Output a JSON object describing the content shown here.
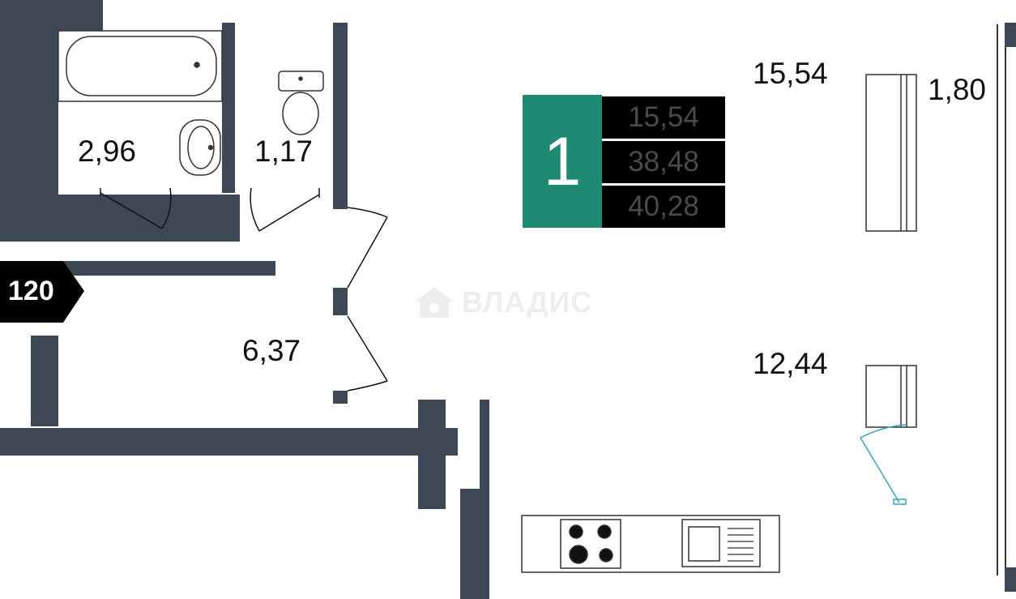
{
  "plan": {
    "room_areas": {
      "bathroom": "2,96",
      "toilet": "1,17",
      "hall": "6,37",
      "living_room": "15,54",
      "kitchen": "12,44",
      "balcony": "1,80"
    },
    "summary": {
      "rooms": "1",
      "living_area": "15,54",
      "total_area": "38,48",
      "total_with_balcony": "40,28"
    },
    "floor_tag": "120",
    "watermark": "ВЛАДИС",
    "colors": {
      "wall": "#3d4756",
      "accent": "#1e8a74",
      "stat_bg": "#000000",
      "radiator_line": "#3aa6b9"
    }
  }
}
